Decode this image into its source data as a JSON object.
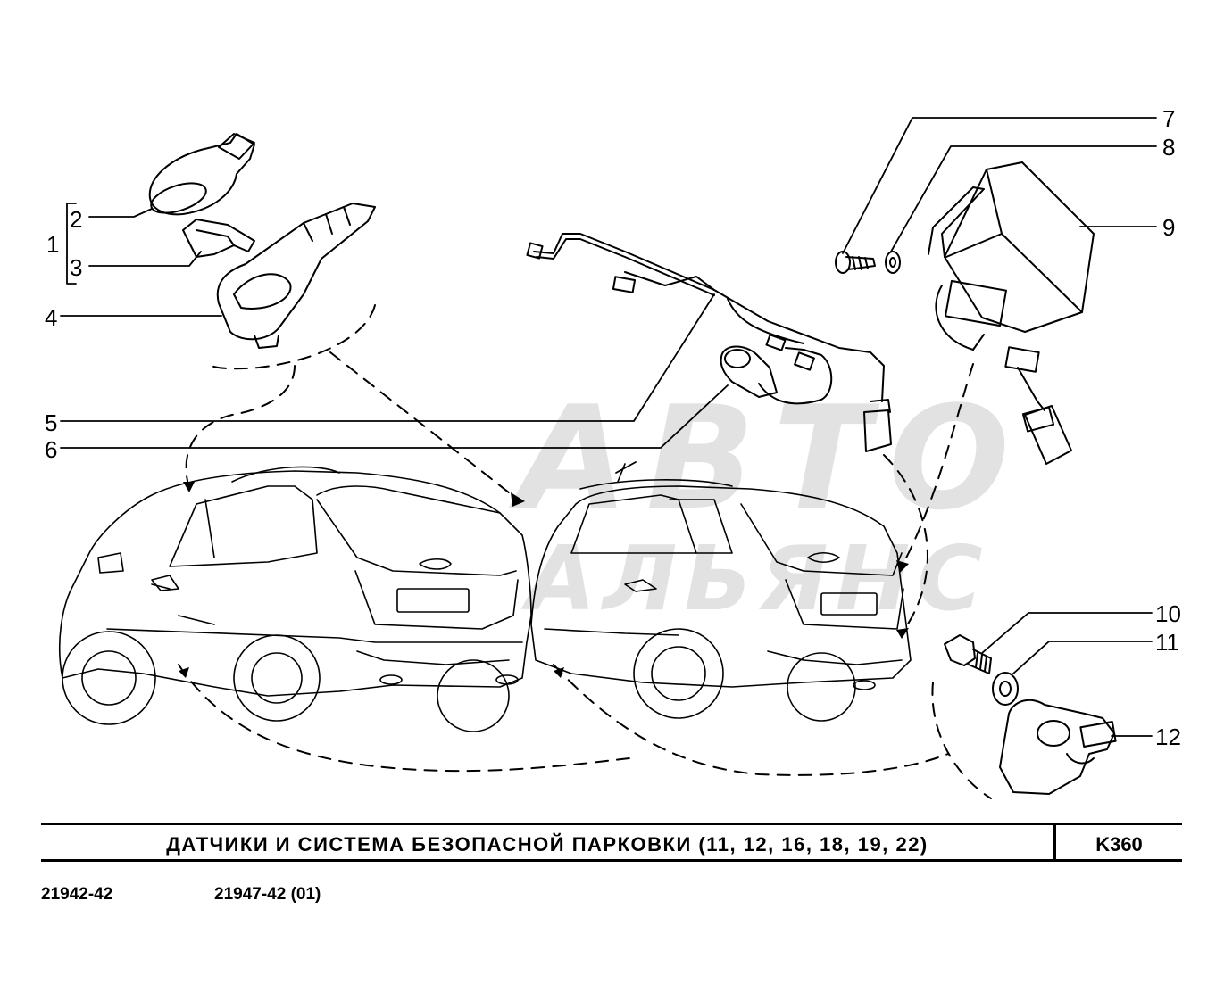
{
  "callouts": [
    "1",
    "2",
    "3",
    "4",
    "5",
    "6",
    "7",
    "8",
    "9",
    "10",
    "11",
    "12"
  ],
  "title": "ДАТЧИКИ  И  СИСТЕМА  БЕЗОПАСНОЙ  ПАРКОВКИ  (11, 12, 16, 18, 19, 22)",
  "page_code": "K360",
  "models": [
    "21942-42",
    "21947-42 (01)"
  ],
  "watermark": {
    "line1": "АВТО",
    "line2": "АЛЬЯНС"
  }
}
